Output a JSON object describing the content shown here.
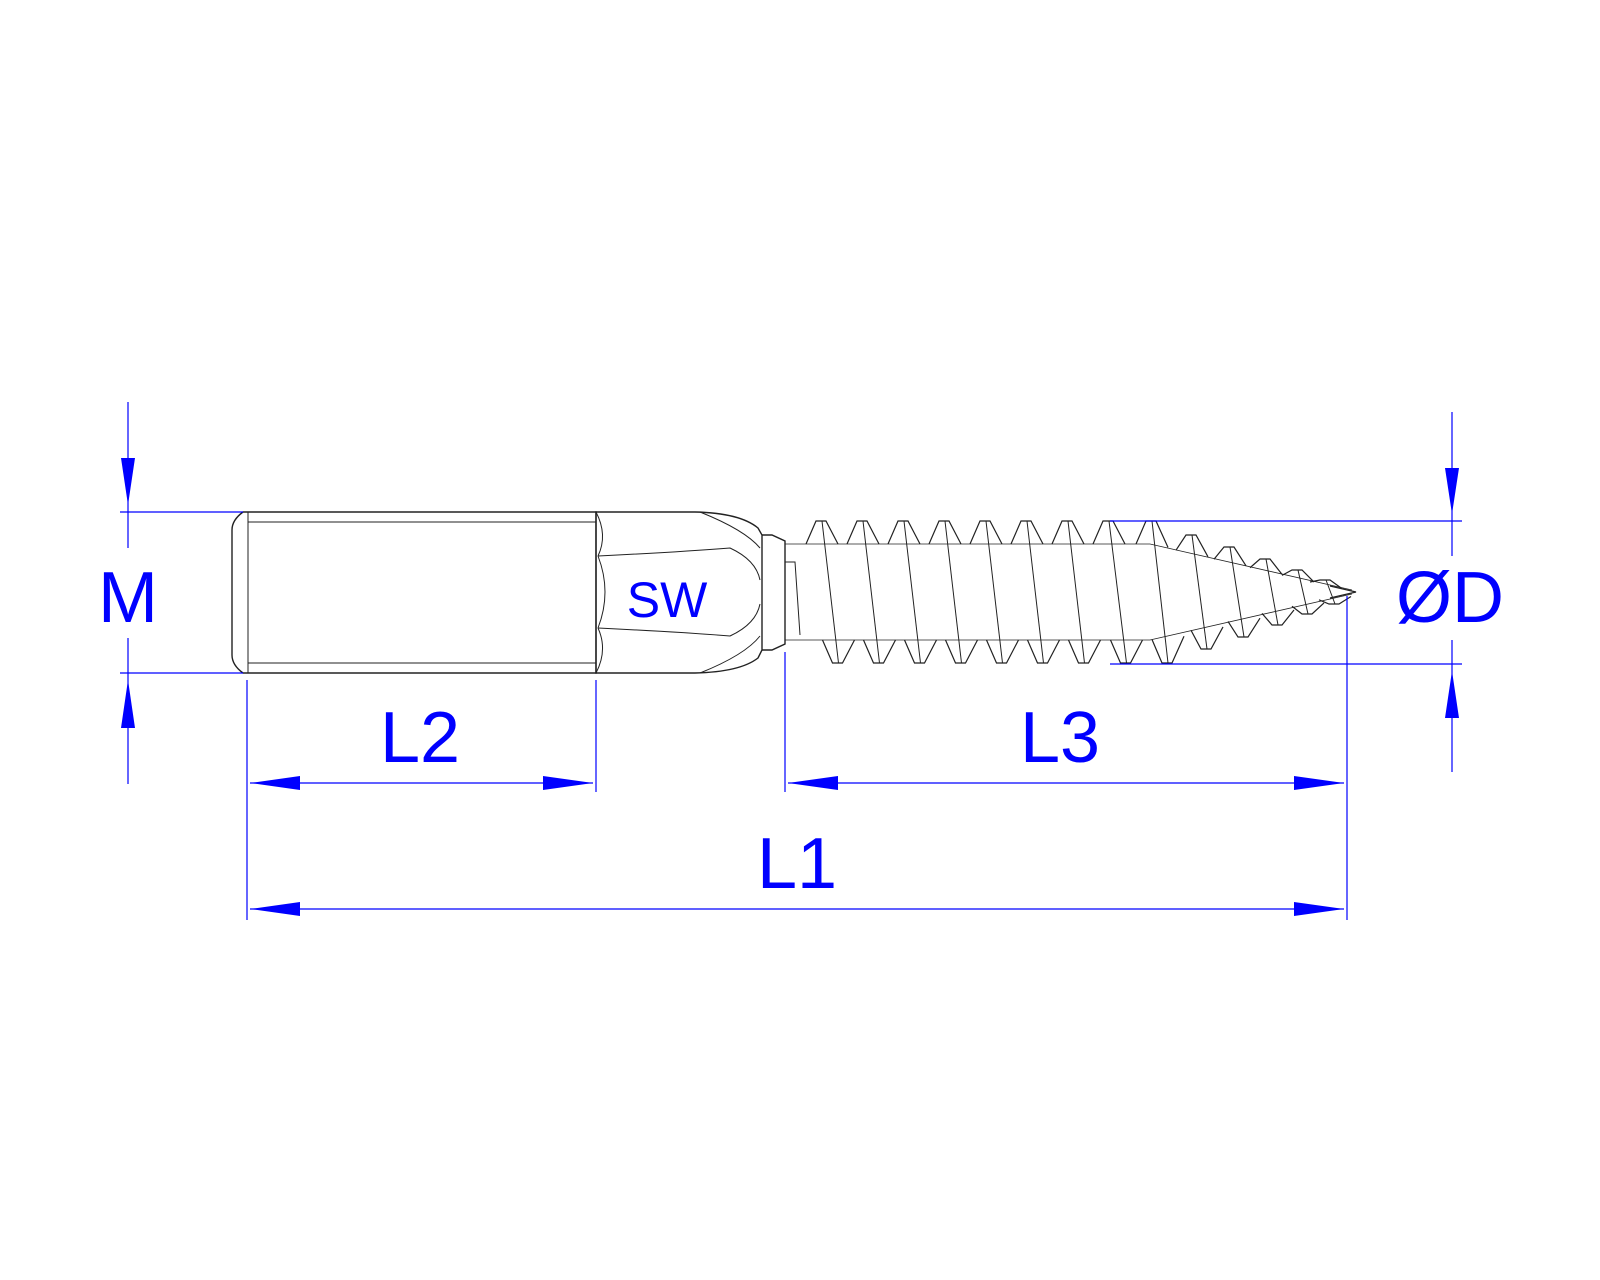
{
  "labels": {
    "m": "M",
    "l2": "L2",
    "sw": "SW",
    "l3": "L3",
    "l1": "L1",
    "d": "ØD"
  },
  "colors": {
    "dimension": "#0000ff",
    "drawing": "#222222",
    "background": "#ffffff"
  }
}
